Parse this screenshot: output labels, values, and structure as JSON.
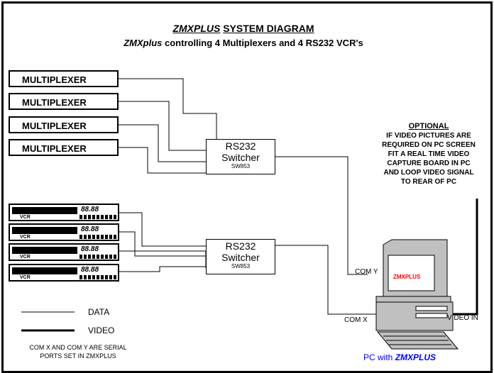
{
  "title": {
    "part1": "ZMXPLUS",
    "part2": "SYSTEM DIAGRAM"
  },
  "subtitle": {
    "part1": "ZMXplus",
    "part2": "controlling 4 Multiplexers and 4 RS232 VCR's"
  },
  "multiplexers": [
    "MULTIPLEXER",
    "MULTIPLEXER",
    "MULTIPLEXER",
    "MULTIPLEXER"
  ],
  "switcher_top": {
    "line1": "RS232",
    "line2": "Switcher",
    "model": "SW853"
  },
  "switcher_bottom": {
    "line1": "RS232",
    "line2": "Switcher",
    "model": "SW853"
  },
  "vcrs": [
    {
      "label": "VCR",
      "display": "88.88"
    },
    {
      "label": "VCR",
      "display": "88.88"
    },
    {
      "label": "VCR",
      "display": "88.88"
    },
    {
      "label": "VCR",
      "display": "88.88"
    }
  ],
  "optional": {
    "heading": "OPTIONAL",
    "lines": [
      "IF VIDEO PICTURES ARE",
      "REQUIRED ON PC SCREEN",
      "FIT A REAL TIME VIDEO",
      "CAPTURE BOARD IN PC",
      "AND LOOP VIDEO SIGNAL",
      "TO REAR OF PC"
    ]
  },
  "ports": {
    "com_y": "COM Y",
    "com_x": "COM X",
    "video_in": "VIDEO IN"
  },
  "monitor_screen_text": "ZMXPLUS",
  "legend": {
    "data": "DATA",
    "video": "VIDEO"
  },
  "note": {
    "line1": "COM X AND COM Y ARE SERIAL",
    "line2": "PORTS SET IN ZMXPLUS"
  },
  "pc_label": {
    "part1": "PC with",
    "part2": "ZMXPLUS"
  },
  "colors": {
    "accent": "#0000ff",
    "screen_text": "#ff0000",
    "monitor_gray": "#c0c0c0"
  }
}
